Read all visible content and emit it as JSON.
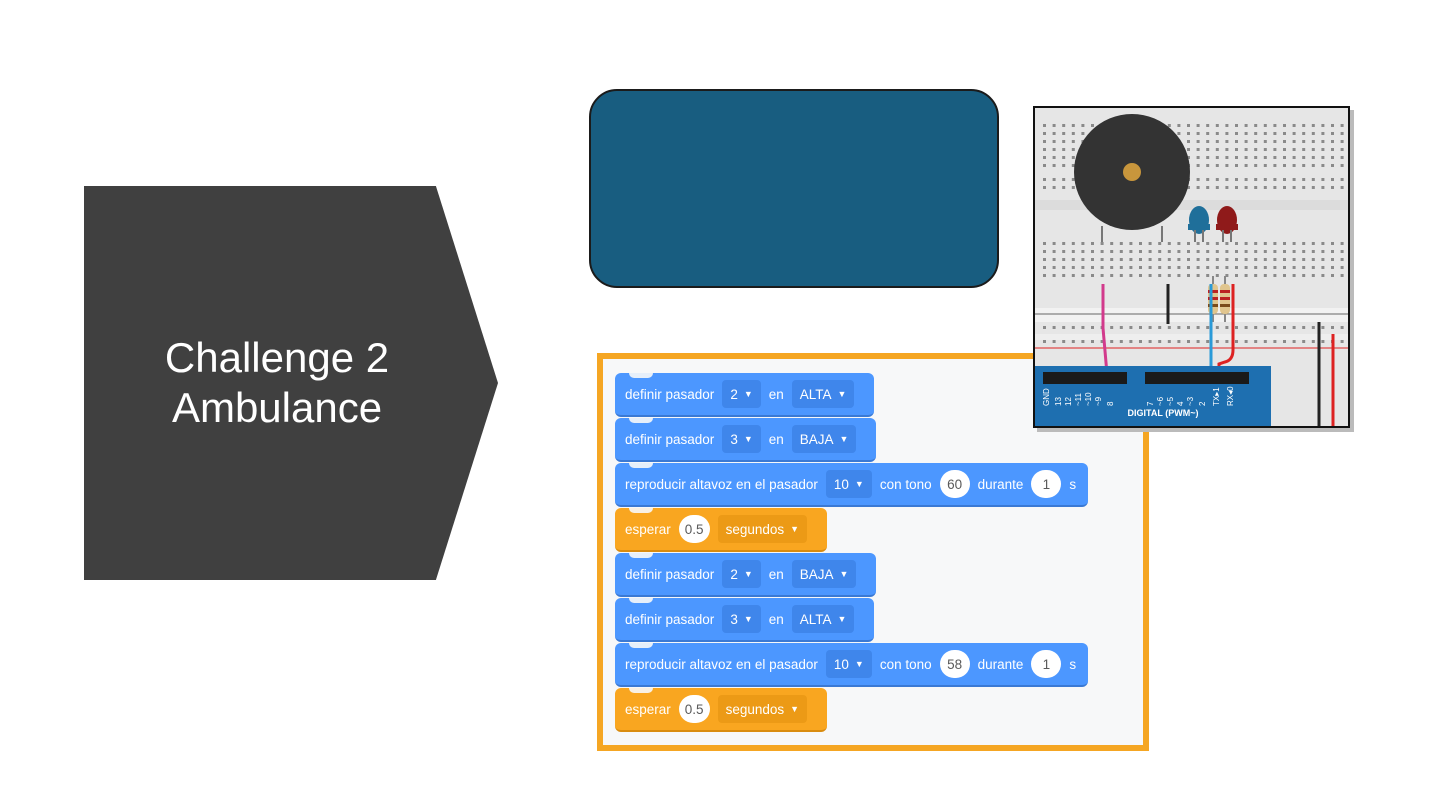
{
  "title": {
    "line1": "Challenge 2",
    "line2": "Ambulance"
  },
  "code_blocks": [
    {
      "kind": "set-pin",
      "label": "definir pasador",
      "pin": "2",
      "mid": "en",
      "value": "ALTA"
    },
    {
      "kind": "set-pin",
      "label": "definir pasador",
      "pin": "3",
      "mid": "en",
      "value": "BAJA"
    },
    {
      "kind": "speaker",
      "label": "reproducir altavoz en el pasador",
      "pin": "10",
      "tone_label": "con tono",
      "tone": "60",
      "dur_label": "durante",
      "dur": "1",
      "unit": "s"
    },
    {
      "kind": "wait",
      "label": "esperar",
      "amount": "0.5",
      "unit": "segundos"
    },
    {
      "kind": "set-pin",
      "label": "definir pasador",
      "pin": "2",
      "mid": "en",
      "value": "BAJA"
    },
    {
      "kind": "set-pin",
      "label": "definir pasador",
      "pin": "3",
      "mid": "en",
      "value": "ALTA"
    },
    {
      "kind": "speaker",
      "label": "reproducir altavoz en el pasador",
      "pin": "10",
      "tone_label": "con tono",
      "tone": "58",
      "dur_label": "durante",
      "dur": "1",
      "unit": "s"
    },
    {
      "kind": "wait",
      "label": "esperar",
      "amount": "0.5",
      "unit": "segundos"
    }
  ],
  "circuit": {
    "board_pin_labels": [
      "GND",
      "13",
      "12",
      "~11",
      "~10",
      "~9",
      "8",
      "7",
      "~6",
      "~5",
      "4",
      "~3",
      "2",
      "TX▸1",
      "RX◂0"
    ],
    "board_label": "DIGITAL (PWM~)"
  },
  "colors": {
    "chevron": "#404040",
    "panel": "#185d80",
    "code_border": "#f5a623",
    "block_blue": "#4c97ff",
    "block_orange": "#f9a620"
  }
}
